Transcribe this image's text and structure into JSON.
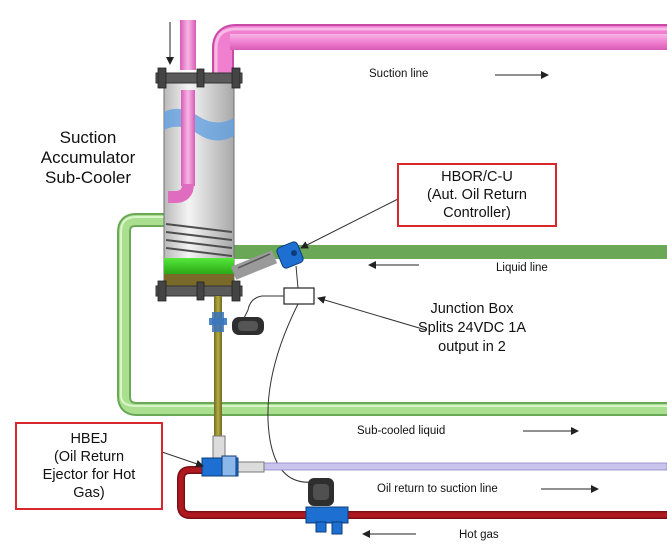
{
  "labels": {
    "suction_line": "Suction line",
    "liquid_line": "Liquid line",
    "sub_cooled_liquid": "Sub-cooled liquid",
    "oil_return": "Oil return to suction line",
    "hot_gas": "Hot gas",
    "accumulator_title": "Suction\nAccumulator\nSub-Cooler",
    "junction_box": "Junction Box\nSplits 24VDC 1A\noutput in 2",
    "hbor_box": "HBOR/C-U\n(Aut. Oil Return\nController)",
    "hbej_box": "HBEJ\n(Oil Return\nEjector for Hot\nGas)"
  },
  "colors": {
    "suction_pipe": "#f07fd0",
    "liquid_pipe": "#a9df8f",
    "hot_gas_pipe": "#b01820",
    "oil_return_pipe": "#c9c4ee",
    "callout_border": "#d9272e",
    "valve_blue": "#1d6fd1",
    "oil_green": "#35d11f"
  }
}
